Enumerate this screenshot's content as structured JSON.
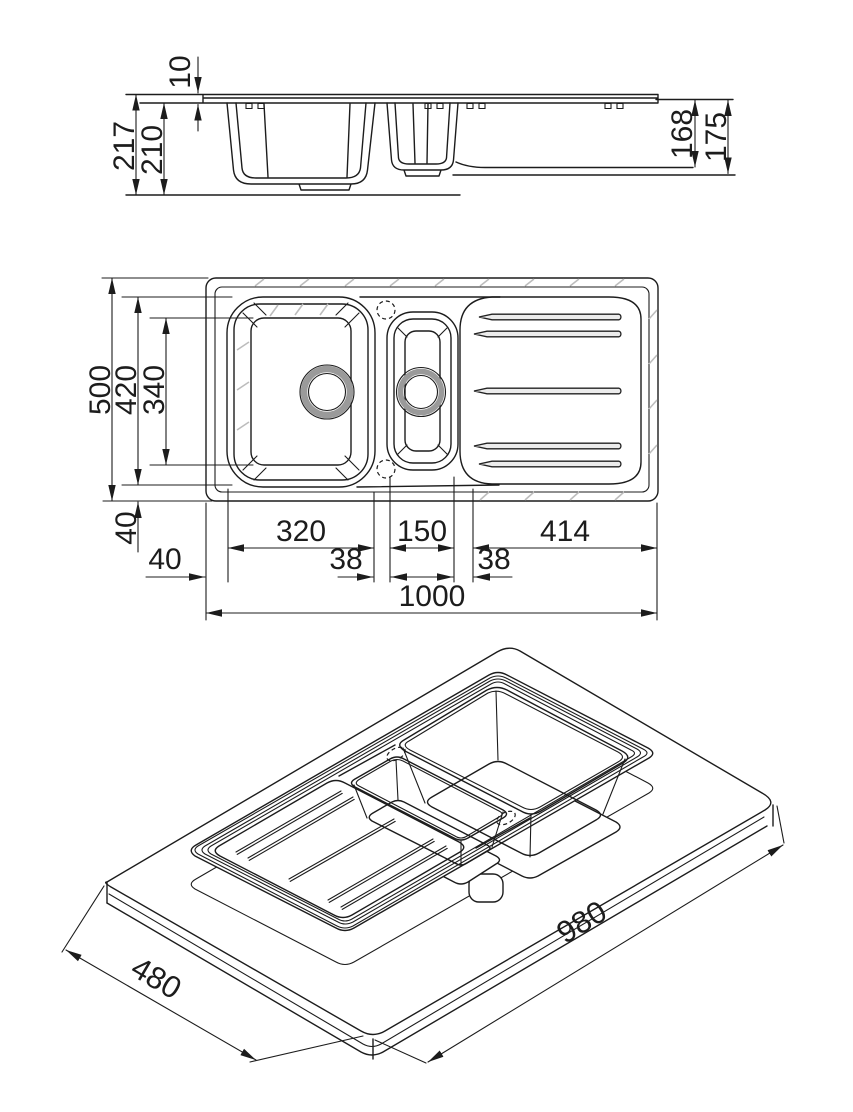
{
  "colors": {
    "background": "#ffffff",
    "ink": "#1c1c1c",
    "drain_gray": "#9a9a9a",
    "hatch_gray": "#bdbdbd"
  },
  "front_view": {
    "label_rim_above_worktop": "10",
    "label_overall_height": "217",
    "label_height_below_rim": "210",
    "label_drainer_depth": "168",
    "label_overall_depth_right": "175"
  },
  "plan_view": {
    "label_overall_depth": "500",
    "label_cutout_depth": "420",
    "label_bowl_inner_depth": "340",
    "label_front_margin": "40",
    "label_left_margin": "40",
    "label_main_bowl_width": "320",
    "label_divider_left": "38",
    "label_half_bowl_width": "150",
    "label_divider_right": "38",
    "label_drainer_length": "414",
    "label_overall_width": "1000"
  },
  "iso_view": {
    "label_worktop_length": "980",
    "label_worktop_depth": "480"
  }
}
